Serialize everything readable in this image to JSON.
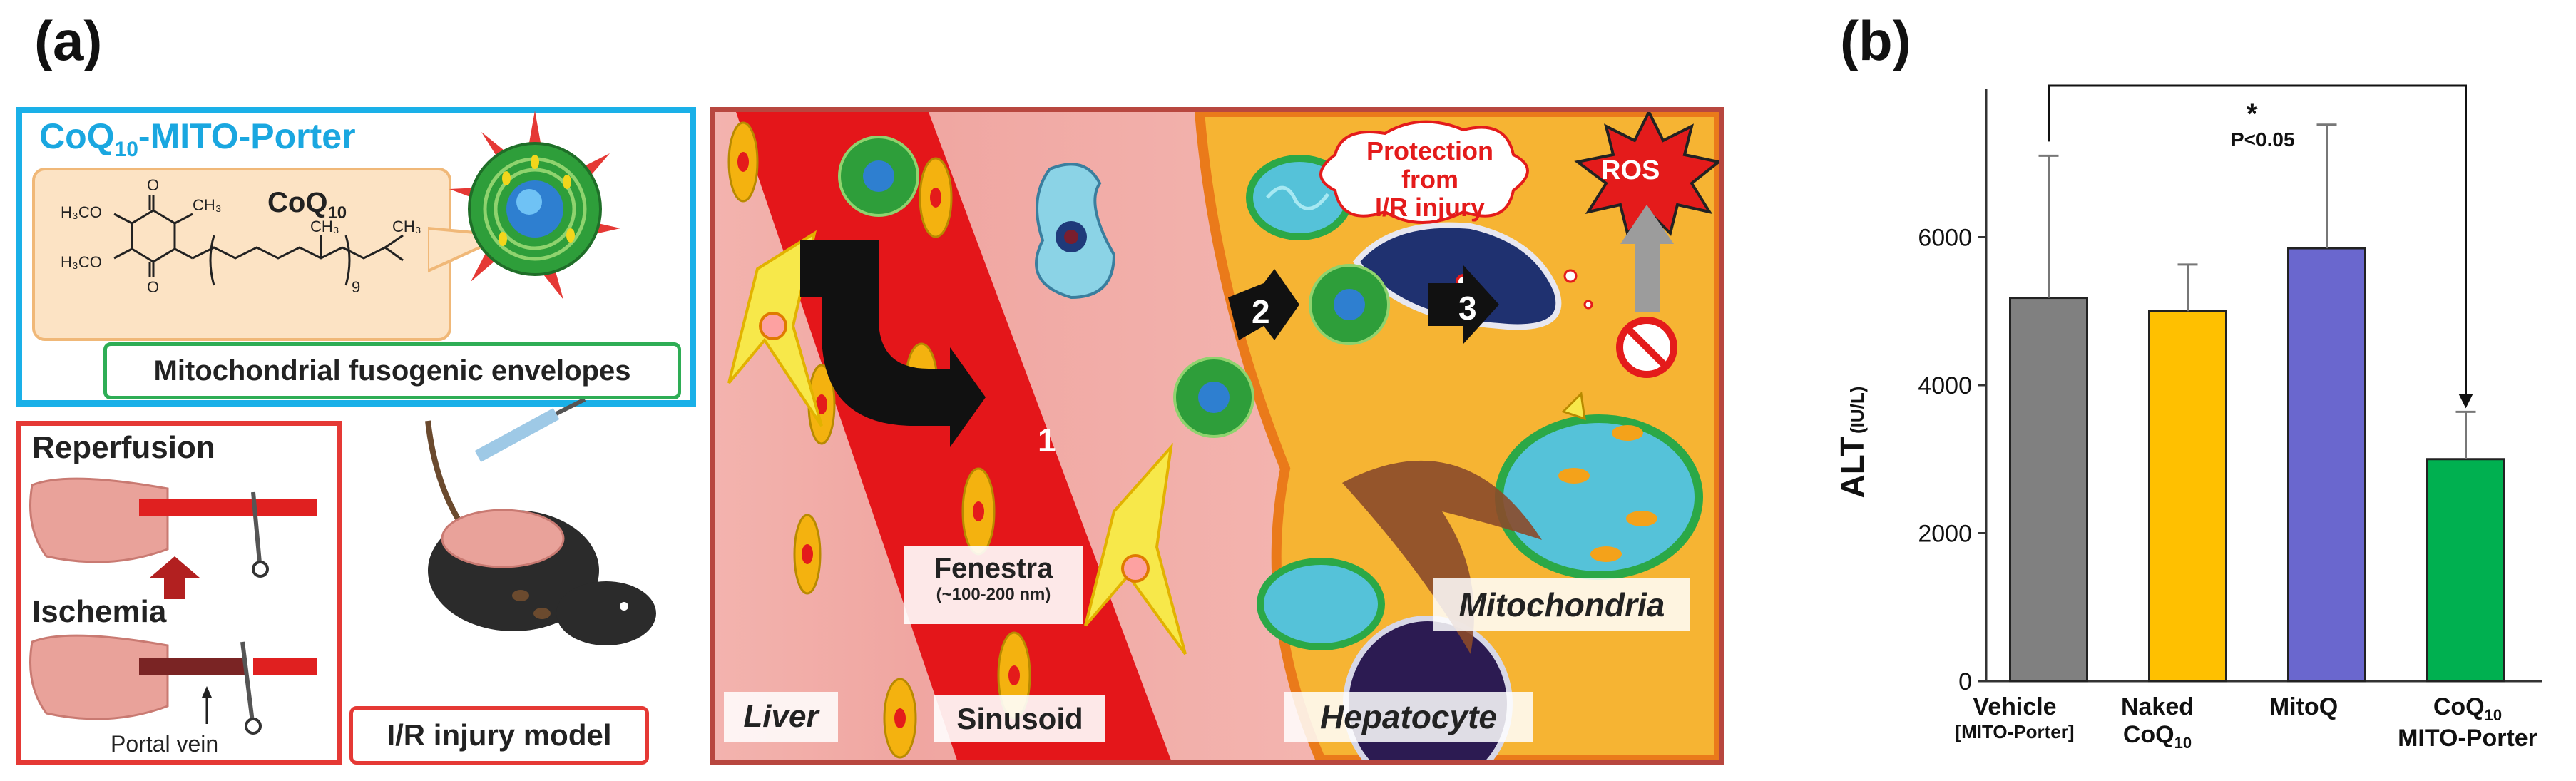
{
  "panel_a": {
    "letter": "(a)",
    "coq10_box": {
      "title_prefix": "CoQ",
      "title_sub": "10",
      "title_suffix": "-MITO-Porter",
      "molecule_label_prefix": "CoQ",
      "molecule_label_sub": "10",
      "fusogenic": "Mitochondrial fusogenic envelopes",
      "structure_labels": {
        "h3co_1": "H₃CO",
        "h3co_2": "H₃CO",
        "ch3_1": "CH₃",
        "ch3_2": "CH₃",
        "ch3_3": "CH₃",
        "repeat": "9",
        "o_1": "O",
        "o_2": "O"
      }
    },
    "model_box": {
      "reperfusion": "Reperfusion",
      "ischemia": "Ischemia",
      "portal_vein": "Portal vein",
      "model_label": "I/R injury model"
    },
    "liver_scene": {
      "liver": "Liver",
      "sinusoid": "Sinusoid",
      "hepatocyte": "Hepatocyte",
      "mitochondria": "Mitochondria",
      "fenestra": "Fenestra",
      "fenestra_size": "(~100-200 nm)",
      "protection": "Protection from\nI/R injury",
      "ros": "ROS",
      "steps": [
        "1",
        "2",
        "3"
      ]
    }
  },
  "panel_b": {
    "letter": "(b)",
    "colors": {
      "vehicle": "#808080",
      "naked": "#FFC000",
      "mitoq": "#6A67CE",
      "coq10mp": "#00B050"
    },
    "significance": {
      "star": "*",
      "p": "P<0.05"
    },
    "x_labels": [
      {
        "line1": "Vehicle",
        "line2": "[MITO-Porter]"
      },
      {
        "line1": "Naked",
        "line2": "CoQ",
        "line2_sub": "10"
      },
      {
        "line1": "MitoQ",
        "line2": ""
      },
      {
        "line1": "CoQ",
        "line1_sub": "10",
        "line2": "MITO-Porter"
      }
    ]
  },
  "chart_data": {
    "type": "bar",
    "categories": [
      "Vehicle [MITO-Porter]",
      "Naked CoQ10",
      "MitoQ",
      "CoQ10 MITO-Porter"
    ],
    "values": [
      5180,
      5000,
      5850,
      3000
    ],
    "error_upper": [
      7100,
      5630,
      7520,
      3640
    ],
    "ylabel": "ALT",
    "ylabel_unit": "(IU/L)",
    "ylim": [
      0,
      8000
    ],
    "yticks": [
      0,
      2000,
      4000,
      6000
    ],
    "grid": false,
    "annotation": "* P<0.05 (Vehicle vs CoQ10 MITO-Porter)"
  }
}
